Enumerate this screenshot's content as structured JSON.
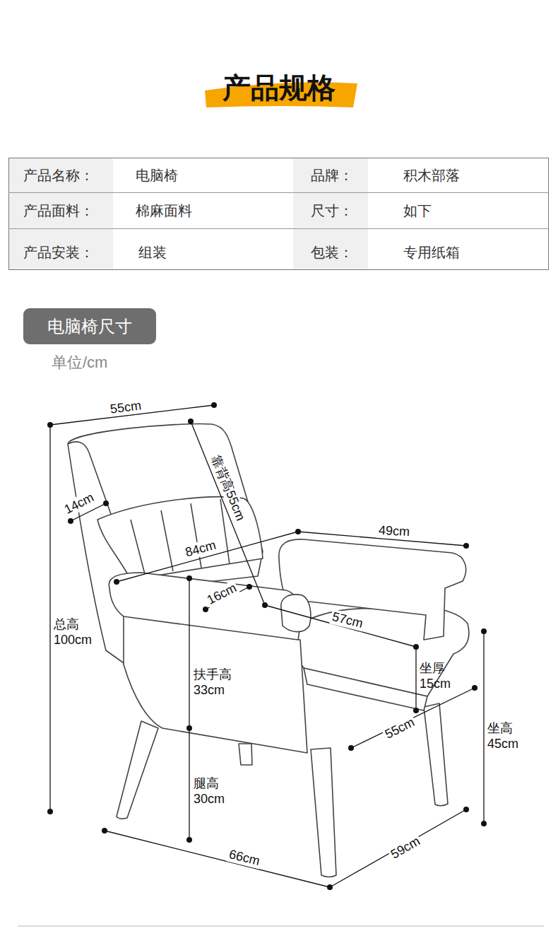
{
  "diagram": {
    "title": "产品规格",
    "nodes": [
      {
        "text": [
          "电脑椅尺寸"
        ]
      }
    ],
    "labels": [
      "产品名称：",
      "电脑椅",
      "品牌：",
      "积木部落",
      "产品面料：",
      "棉麻面料",
      "尺寸：",
      "如下",
      "产品安装：",
      "组装",
      "包装：",
      "专用纸箱",
      "单位/cm",
      "55cm",
      "14cm",
      "靠背高55cm",
      "84cm",
      "49cm",
      "16cm",
      "57cm",
      "总高 100cm",
      "扶手高 33cm",
      "坐厚 15cm",
      "坐高 45cm",
      "55cm",
      "腿高 30cm",
      "66cm",
      "59cm"
    ]
  }
}
